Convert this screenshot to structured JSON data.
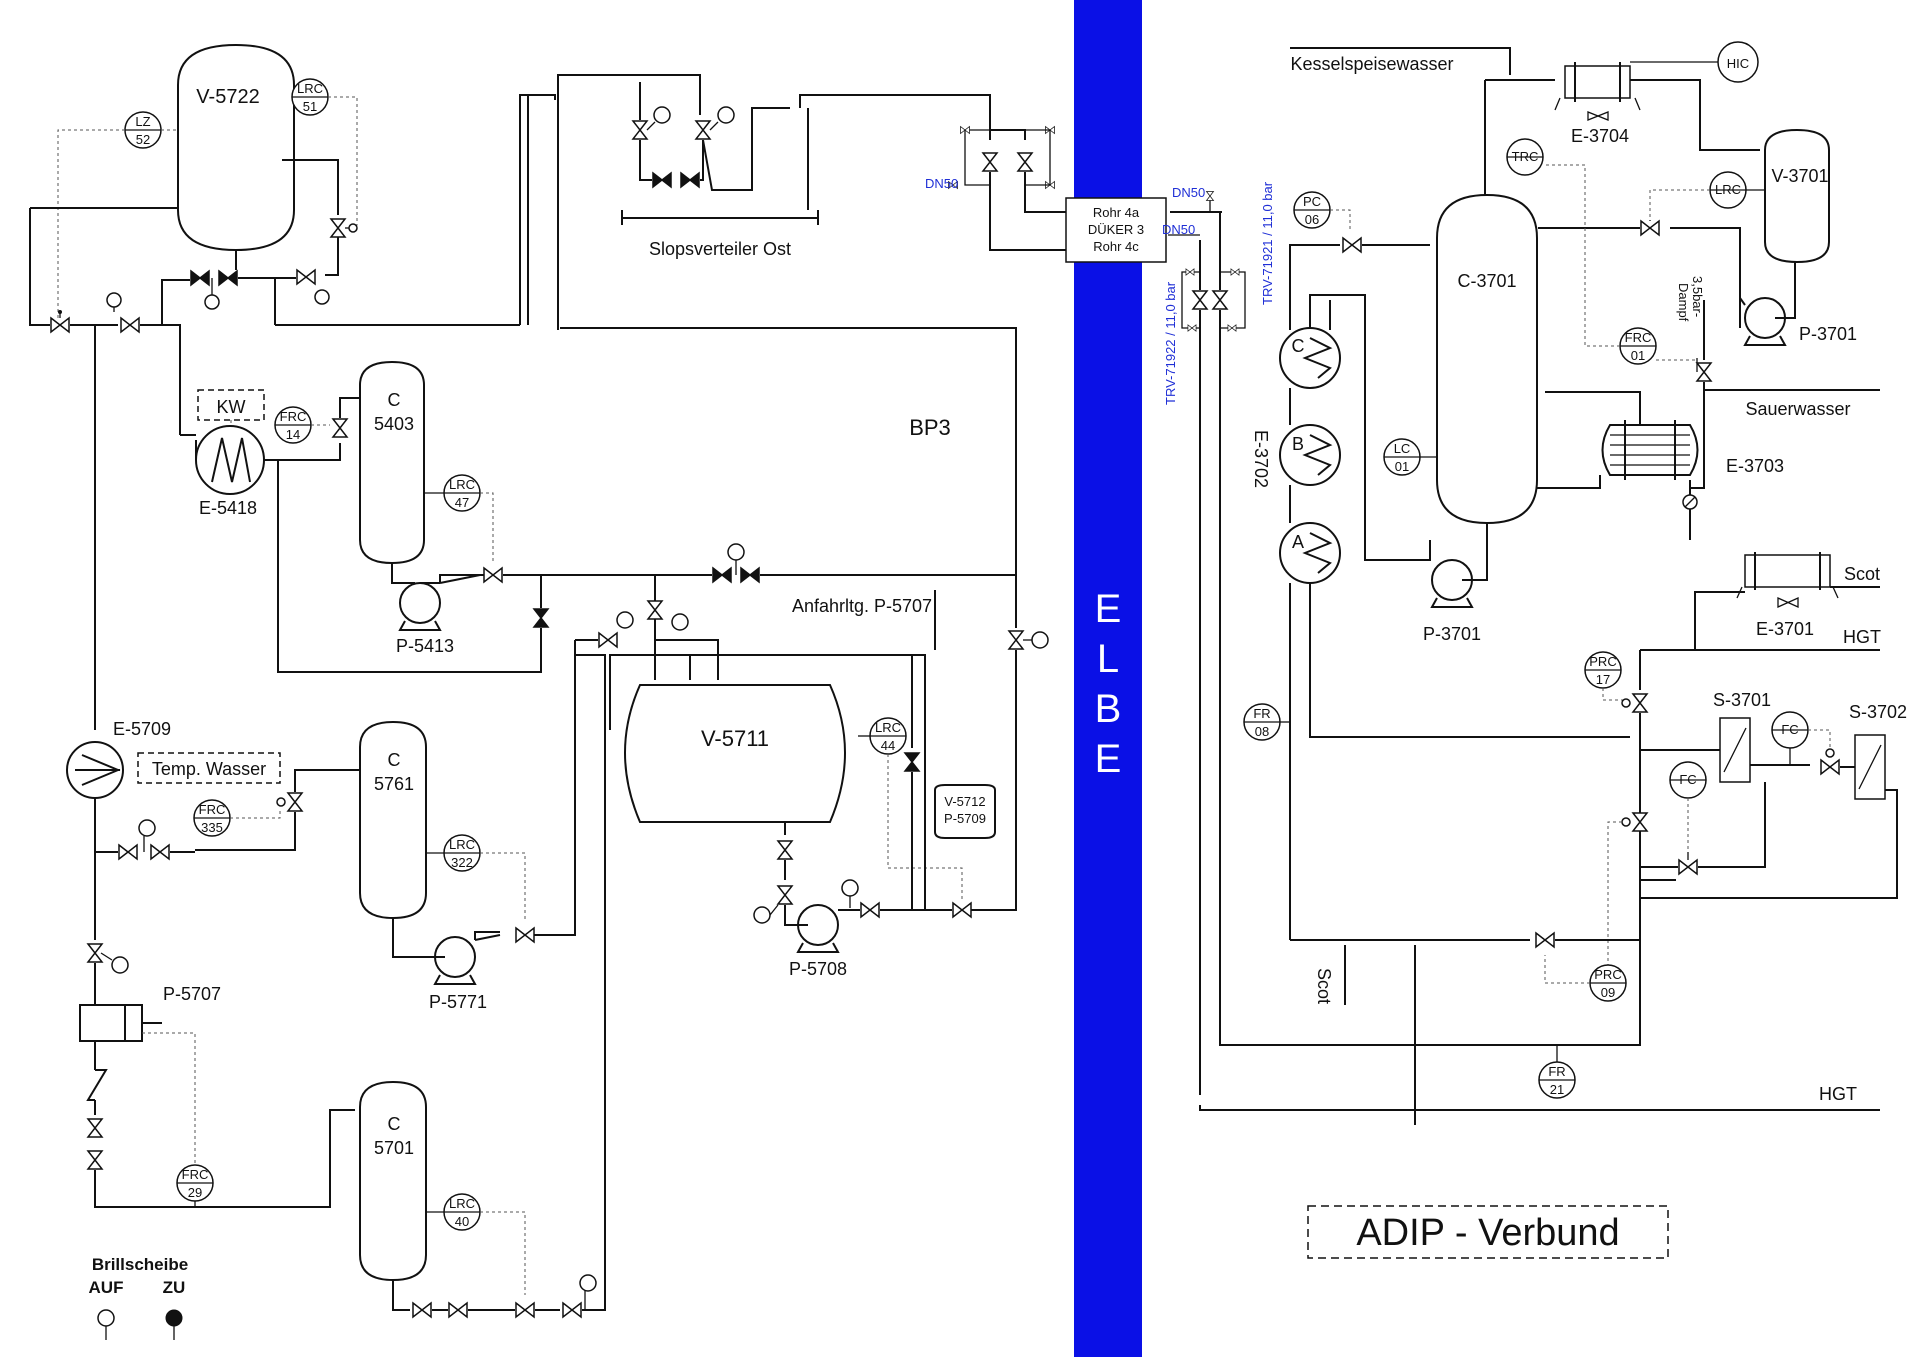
{
  "diagram": {
    "title": "ADIP - Verbund",
    "area_label": "BP3",
    "river": {
      "label_letters": [
        "E",
        "L",
        "B",
        "E"
      ],
      "color": "#0a10e6"
    },
    "legend": {
      "heading": "Brillscheibe",
      "open": "AUF",
      "closed": "ZU"
    },
    "vessels": {
      "v5722": "V-5722",
      "c5403_a": "C",
      "c5403_b": "5403",
      "c5761_a": "C",
      "c5761_b": "5761",
      "c5701_a": "C",
      "c5701_b": "5701",
      "v5711": "V-5711",
      "c3701": "C-3701",
      "v3701": "V-3701",
      "v5712_a": "V-5712",
      "v5712_b": "P-5709"
    },
    "equipment": {
      "e5418": "E-5418",
      "kw": "KW",
      "e5709": "E-5709",
      "temp_wasser": "Temp. Wasser",
      "p5413": "P-5413",
      "p5771": "P-5771",
      "p5707": "P-5707",
      "p5708": "P-5708",
      "e3704": "E-3704",
      "p3701_top": "P-3701",
      "p3701_bottom": "P-3701",
      "e3703": "E-3703",
      "e3702": "E-3702",
      "e3702_a": "A",
      "e3702_b": "B",
      "e3702_c": "C",
      "e3701": "E-3701",
      "s3701": "S-3701",
      "s3702": "S-3702",
      "duker_1": "Rohr 4a",
      "duker_2": "DÜKER 3",
      "duker_3": "Rohr 4c"
    },
    "instruments": {
      "lz52": [
        "LZ",
        "52"
      ],
      "lrc51": [
        "LRC",
        "51"
      ],
      "frc14": [
        "FRC",
        "14"
      ],
      "lrc47": [
        "LRC",
        "47"
      ],
      "frc335": [
        "FRC",
        "335"
      ],
      "lrc322": [
        "LRC",
        "322"
      ],
      "frc29": [
        "FRC",
        "29"
      ],
      "lrc40": [
        "LRC",
        "40"
      ],
      "lrc44": [
        "LRC",
        "44"
      ],
      "pc06": [
        "PC",
        "06"
      ],
      "trc": [
        "TRC",
        ""
      ],
      "lrc_v3701": [
        "LRC",
        ""
      ],
      "frc01": [
        "FRC",
        "01"
      ],
      "lc01": [
        "LC",
        "01"
      ],
      "hic": [
        "HIC",
        ""
      ],
      "fr08": [
        "FR",
        "08"
      ],
      "prc17": [
        "PRC",
        "17"
      ],
      "prc09": [
        "PRC",
        "09"
      ],
      "fr21": [
        "FR",
        "21"
      ],
      "fc_a": [
        "FC",
        ""
      ],
      "fc_b": [
        "FC",
        ""
      ]
    },
    "streams": {
      "slops": "Slopsverteiler Ost",
      "anfahr": "Anfahrltg. P-5707",
      "kessel": "Kesselspeisewasser",
      "sauerwasser": "Sauerwasser",
      "scot_top": "Scot",
      "scot_bottom": "Scot",
      "hgt_top": "HGT",
      "hgt_bottom": "HGT",
      "dampf_1": "3,5bar-",
      "dampf_2": "Dampf"
    },
    "blue_labels": {
      "dn50_left": "DN50",
      "dn50_r1": "DN50",
      "dn50_r2": "DN50",
      "trv_71922": "TRV-71922 / 11,0 bar",
      "trv_71921": "TRV-71921 / 11,0 bar"
    }
  }
}
